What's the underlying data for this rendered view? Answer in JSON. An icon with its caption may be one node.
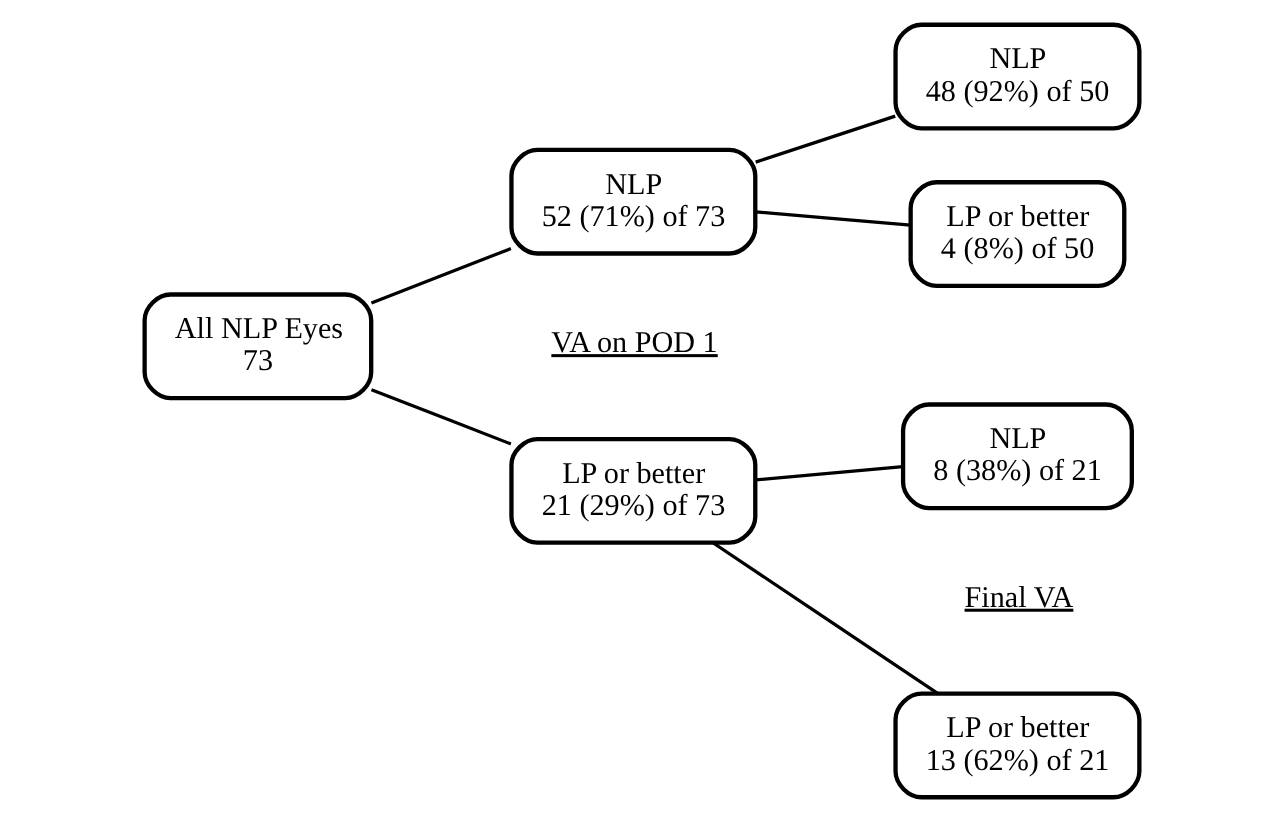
{
  "diagram": {
    "nodes": [
      {
        "text": [
          "All NLP Eyes",
          "73"
        ]
      },
      {
        "text": [
          "LP or better",
          "21 (29%) of 73"
        ]
      },
      {
        "text": [
          "NLP",
          "52 (71%) of 73"
        ]
      },
      {
        "text": [
          "LP or better",
          "13 (62%) of 21"
        ]
      },
      {
        "text": [
          "NLP",
          "8 (38%) of 21"
        ]
      },
      {
        "text": [
          "LP or better",
          "4 (8%) of 50"
        ]
      },
      {
        "text": [
          "NLP",
          "48 (92%) of 50"
        ]
      }
    ],
    "edges": [
      {
        "from": 0,
        "to": 1,
        "arrow": "none"
      },
      {
        "from": 0,
        "to": 2,
        "arrow": "none"
      },
      {
        "from": 1,
        "to": 3,
        "arrow": "none"
      },
      {
        "from": 1,
        "to": 4,
        "arrow": "none"
      },
      {
        "from": 2,
        "to": 5,
        "arrow": "none"
      },
      {
        "from": 2,
        "to": 6,
        "arrow": "none"
      }
    ],
    "labels": [
      "VA on POD 1",
      "Final VA"
    ]
  }
}
